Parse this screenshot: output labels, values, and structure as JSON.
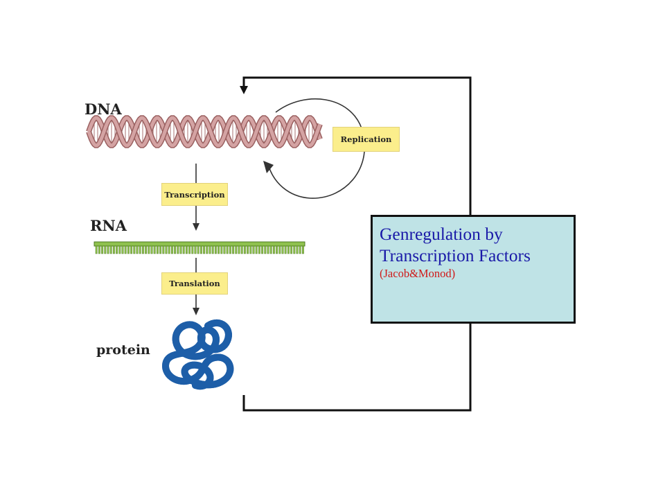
{
  "labels": {
    "dna": "DNA",
    "rna": "RNA",
    "protein": "protein"
  },
  "process_boxes": {
    "replication": "Replication",
    "transcription": "Transcription",
    "translation": "Translation"
  },
  "info_box": {
    "title_line1": "Genregulation by",
    "title_line2": "Transcription Factors",
    "subtitle": "(Jacob&Monod)"
  },
  "colors": {
    "dna_strand": "#d4a3a3",
    "dna_strand_dark": "#9a6060",
    "rna": "#8fc14e",
    "rna_dark": "#4e7a22",
    "protein": "#2a74c4",
    "process_box": "#fbee8c",
    "info_box_bg": "#bfe3e6",
    "info_title": "#1a1aa8",
    "info_subtitle": "#d01818"
  },
  "icons": {
    "dna": "double-helix-icon",
    "rna": "rna-strand-icon",
    "protein": "folded-protein-icon"
  }
}
